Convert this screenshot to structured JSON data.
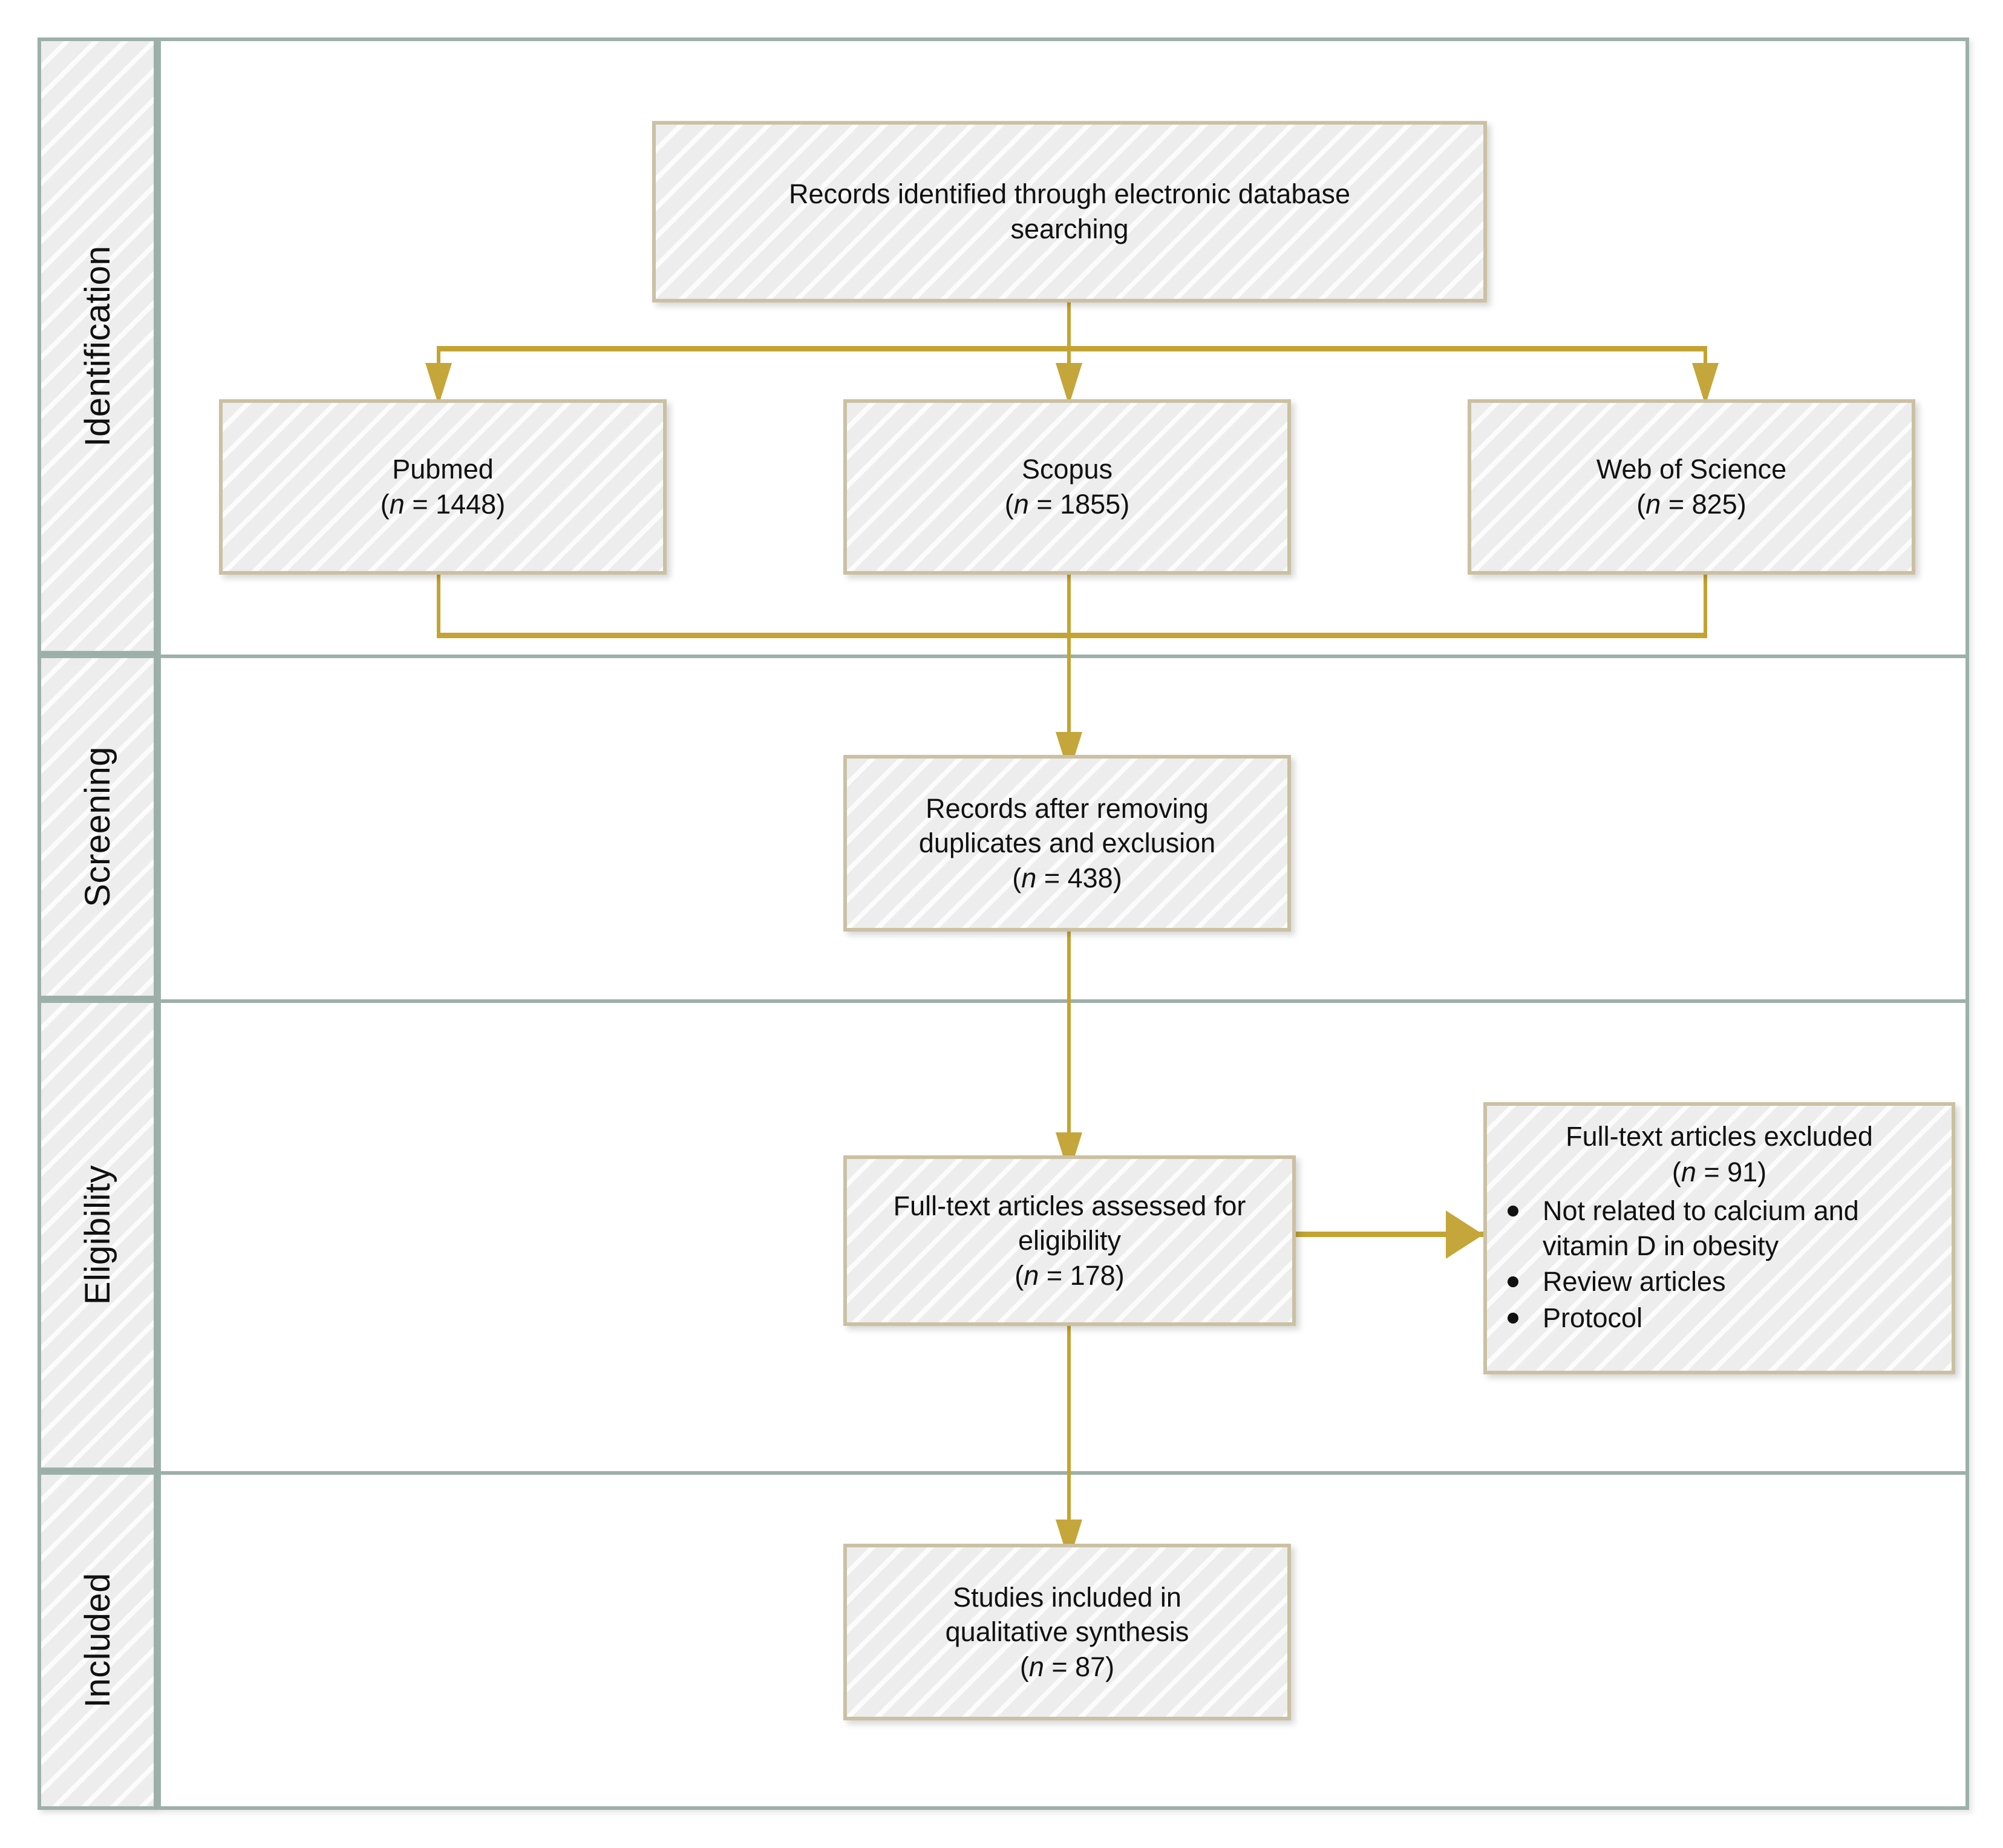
{
  "diagram": {
    "type": "prisma-flow-diagram",
    "accent_color": "#c3a432",
    "box_border_color": "#cbc0a2",
    "stage_border_color": "#9db0a9",
    "box_fill_color": "#ededed"
  },
  "stages": [
    {
      "label": "Identification"
    },
    {
      "label": "Screening"
    },
    {
      "label": "Eligibility"
    },
    {
      "label": "Included"
    }
  ],
  "boxes": {
    "records_identified": {
      "line1": "Records identified through electronic database",
      "line2": "searching"
    },
    "pubmed": {
      "line1": "Pubmed",
      "n_open": "(",
      "n_symbol": "n",
      "n_equals": " = 1448)"
    },
    "scopus": {
      "line1": "Scopus",
      "n_open": "(",
      "n_symbol": "n",
      "n_equals": " = 1855)"
    },
    "web_of_science": {
      "line1": "Web of Science",
      "n_open": "(",
      "n_symbol": "n",
      "n_equals": " = 825)"
    },
    "records_after_duplicates": {
      "line1": "Records after removing",
      "line2": "duplicates and exclusion",
      "n_open": "(",
      "n_symbol": "n",
      "n_equals": " = 438)"
    },
    "fulltext_assessed": {
      "line1": "Full-text articles assessed for",
      "line2": "eligibility",
      "n_open": "(",
      "n_symbol": "n",
      "n_equals": " = 178)"
    },
    "fulltext_excluded": {
      "line1": "Full-text articles excluded",
      "n_open": "(",
      "n_symbol": "n",
      "n_equals": " = 91)",
      "reasons": [
        "Not related to calcium and vitamin D in obesity",
        "Review articles",
        "Protocol"
      ]
    },
    "studies_included": {
      "line1": "Studies included in",
      "line2": "qualitative synthesis",
      "n_open": "(",
      "n_symbol": "n",
      "n_equals": " = 87)"
    }
  },
  "counts": {
    "pubmed": 1448,
    "scopus": 1855,
    "web_of_science": 825,
    "after_duplicates": 438,
    "fulltext_assessed": 178,
    "fulltext_excluded": 91,
    "studies_included": 87
  }
}
